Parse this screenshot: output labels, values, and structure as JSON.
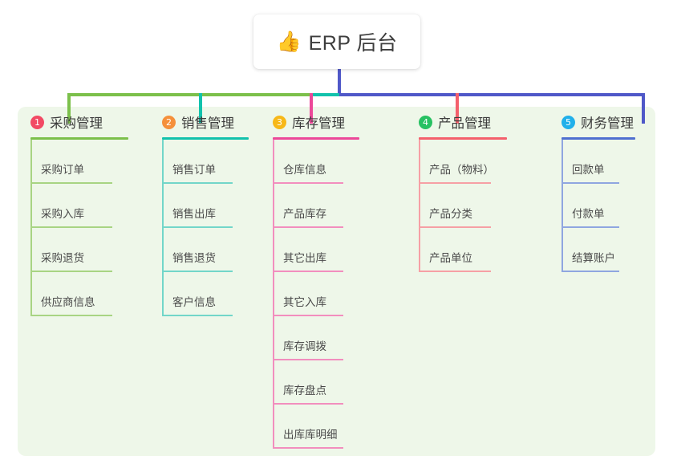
{
  "root": {
    "icon": "thumbs-up-icon",
    "emoji": "👍",
    "title": "ERP 后台"
  },
  "colors": {
    "panel_bg": "#eef7e9",
    "page_bg": "#ffffff",
    "root_stem": "#4f58c8",
    "bus_left": "#7cc04b",
    "bus_mid": "#12c2ac",
    "bus_right": "#4f58c8"
  },
  "columns": [
    {
      "index": "1",
      "title": "采购管理",
      "badge_color": "#f24a64",
      "rule_color": "#7cc04b",
      "leaf_rule_color": "#a8d483",
      "spine_color": "#a8d483",
      "leaves": [
        "采购订单",
        "采购入库",
        "采购退货",
        "供应商信息"
      ]
    },
    {
      "index": "2",
      "title": "销售管理",
      "badge_color": "#f5903b",
      "rule_color": "#12c2ac",
      "leaf_rule_color": "#72d6c9",
      "spine_color": "#72d6c9",
      "leaves": [
        "销售订单",
        "销售出库",
        "销售退货",
        "客户信息"
      ]
    },
    {
      "index": "3",
      "title": "库存管理",
      "badge_color": "#f7b818",
      "rule_color": "#ec4899",
      "leaf_rule_color": "#f28ebe",
      "spine_color": "#f28ebe",
      "leaves": [
        "仓库信息",
        "产品库存",
        "其它出库",
        "其它入库",
        "库存调拨",
        "库存盘点",
        "出库库明细"
      ]
    },
    {
      "index": "4",
      "title": "产品管理",
      "badge_color": "#27c162",
      "rule_color": "#f4606c",
      "leaf_rule_color": "#f6a0a5",
      "spine_color": "#f6a0a5",
      "leaves": [
        "产品（物料）",
        "产品分类",
        "产品单位"
      ]
    },
    {
      "index": "5",
      "title": "财务管理",
      "badge_color": "#21b0ea",
      "rule_color": "#4f6fd0",
      "leaf_rule_color": "#8fa6e0",
      "spine_color": "#8fa6e0",
      "leaves": [
        "回款单",
        "付款单",
        "结算账户"
      ]
    }
  ]
}
